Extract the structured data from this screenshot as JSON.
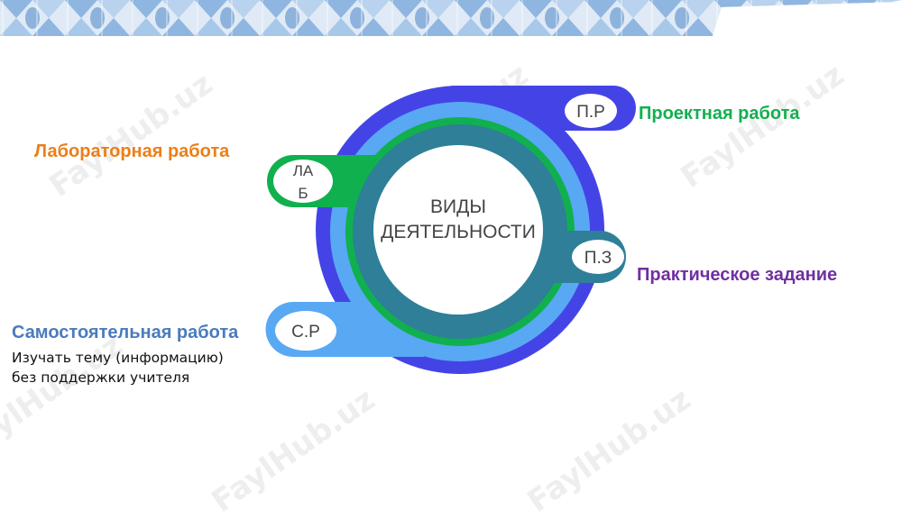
{
  "watermark": "FaylHub.uz",
  "center": {
    "line1": "ВИДЫ",
    "line2": "ДЕЯТЕЛЬНОСТИ"
  },
  "badges": {
    "project": "П.Р",
    "lab_line1": "ЛА",
    "lab_line2": "Б",
    "practical": "П.З",
    "independent": "С.Р"
  },
  "labels": {
    "project": "Проектная работа",
    "lab": "Лабораторная работа",
    "practical": "Практическое задание",
    "independent": "Самостоятельная работа"
  },
  "independent_desc": {
    "line1": "Изучать тему (информацию)",
    "line2": "без поддержки учителя"
  },
  "colors": {
    "outer_ring": "#4444e6",
    "light_ring": "#59a8f4",
    "green_ring": "#10b04f",
    "teal_ring": "#2e7f97",
    "project_label": "#12b050",
    "lab_label": "#ec7f17",
    "practical_label": "#7030a0",
    "independent_label": "#4a7bbd",
    "banner": "#a9c9ea"
  }
}
